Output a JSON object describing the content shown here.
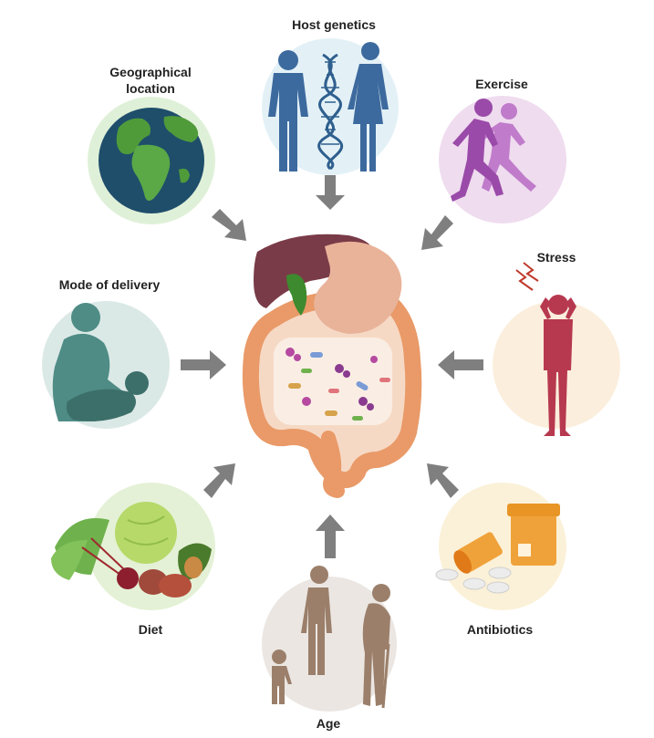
{
  "labels": {
    "host_genetics": "Host genetics",
    "geographical_line1": "Geographical",
    "geographical_line2": "location",
    "exercise": "Exercise",
    "stress": "Stress",
    "mode_of_delivery": "Mode of delivery",
    "diet": "Diet",
    "antibiotics": "Antibiotics",
    "age": "Age"
  },
  "colors": {
    "host_bg": "#e3f1f7",
    "host_figure": "#3d6a9e",
    "geo_bg": "#dff0d8",
    "globe_ocean": "#1f4e6b",
    "globe_land": "#4f9b3a",
    "exercise_bg": "#efdcef",
    "exercise_figure": "#9a4aa8",
    "stress_bg": "#fbeedc",
    "stress_figure": "#b7394f",
    "mode_bg": "#dbe9e6",
    "mode_figure": "#4f8c86",
    "diet_bg": "#e4f1d6",
    "antibiotics_bg": "#fbf1d8",
    "pill_orange": "#f0a23a",
    "age_bg": "#ebe6e2",
    "age_figure": "#9b7f6a",
    "arrow": "#7f7f7f",
    "liver": "#7a3b48",
    "stomach": "#e9b39a",
    "intestine": "#e99a68"
  },
  "icons": [
    "dna-icon",
    "globe-icon",
    "runner-icon",
    "stress-person-icon",
    "mother-baby-icon",
    "vegetables-icon",
    "pill-bottle-icon",
    "elderly-child-icon",
    "gut-organ-icon"
  ]
}
